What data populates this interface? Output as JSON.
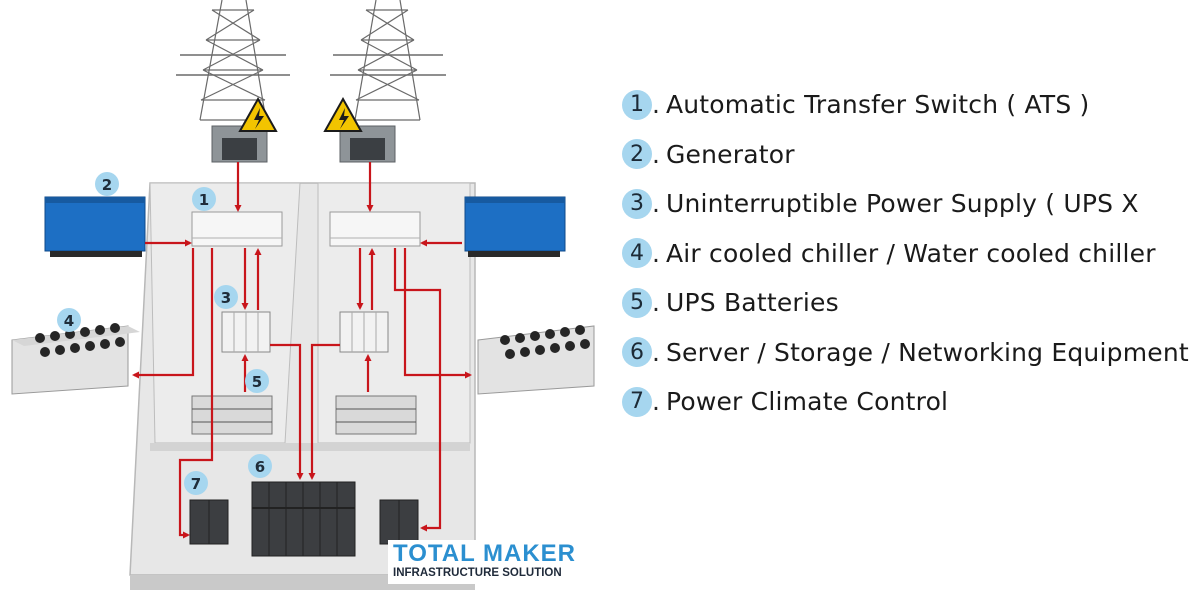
{
  "badges": [
    "1",
    "2",
    "3",
    "4",
    "5",
    "6",
    "7"
  ],
  "legend": [
    {
      "num": "1",
      "label": "Automatic Transfer Switch ( ATS )"
    },
    {
      "num": "2",
      "label": "Generator"
    },
    {
      "num": "3",
      "label": "Uninterruptible Power Supply ( UPS X"
    },
    {
      "num": "4",
      "label": "Air cooled chiller / Water cooled chiller"
    },
    {
      "num": "5",
      "label": "UPS Batteries"
    },
    {
      "num": "6",
      "label": "Server / Storage / Networking Equipment"
    },
    {
      "num": "7",
      "label": "Power Climate Control"
    }
  ],
  "brand": {
    "title": "TOTAL MAKER",
    "subtitle": "INFRASTRUCTURE SOLUTION"
  },
  "colors": {
    "wire": "#c8151b",
    "badge": "#a6d6ef",
    "generator": "#1d6fc4",
    "brand": "#2b8fd0",
    "warning": "#f2c400"
  }
}
